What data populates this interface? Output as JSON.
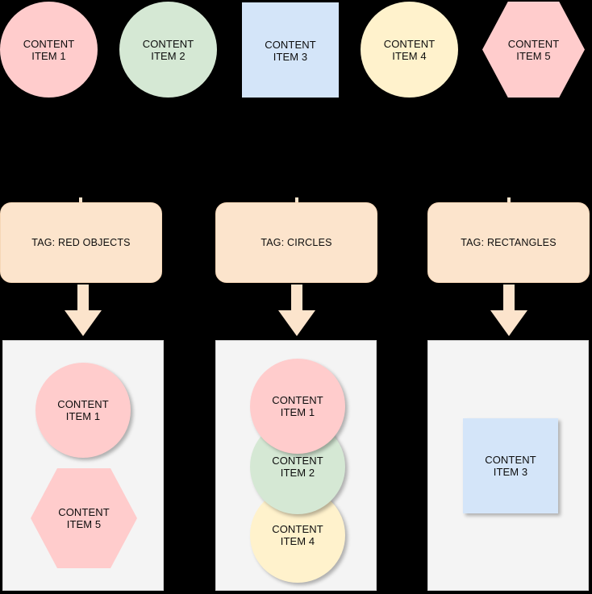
{
  "diagram": {
    "title": "Content tagging and grouping diagram",
    "background_color": "#000000",
    "colors": {
      "pink": "#FFCCCC",
      "green": "#D5E8D4",
      "blue": "#D4E5F9",
      "yellow": "#FFF2CC",
      "tag_peach": "#FCE4CC",
      "panel_gray": "#F4F4F4",
      "text": "#0D0D0D"
    }
  },
  "source_row": {
    "items": [
      {
        "label": "CONTENT\nITEM 1",
        "shape": "circle",
        "color": "#FFCCCC"
      },
      {
        "label": "CONTENT\nITEM 2",
        "shape": "circle",
        "color": "#D5E8D4"
      },
      {
        "label": "CONTENT\nITEM 3",
        "shape": "rectangle",
        "color": "#D4E5F9"
      },
      {
        "label": "CONTENT\nITEM 4",
        "shape": "circle",
        "color": "#FFF2CC"
      },
      {
        "label": "CONTENT\nITEM 5",
        "shape": "hexagon",
        "color": "#FFCCCC"
      }
    ]
  },
  "tags": [
    {
      "label": "TAG: RED OBJECTS",
      "color": "#FCE4CC"
    },
    {
      "label": "TAG: CIRCLES",
      "color": "#FCE4CC"
    },
    {
      "label": "TAG: RECTANGLES",
      "color": "#FCE4CC"
    }
  ],
  "arrows": [
    {
      "direction": "down",
      "color": "#FCE4CC"
    },
    {
      "direction": "down",
      "color": "#FCE4CC"
    },
    {
      "direction": "down",
      "color": "#FCE4CC"
    }
  ],
  "result_panels": [
    {
      "tag": "TAG: RED OBJECTS",
      "background": "#F4F4F4",
      "items": [
        {
          "label": "CONTENT\nITEM 1",
          "shape": "circle",
          "color": "#FFCCCC"
        },
        {
          "label": "CONTENT\nITEM 5",
          "shape": "hexagon",
          "color": "#FFCCCC"
        }
      ]
    },
    {
      "tag": "TAG: CIRCLES",
      "background": "#F4F4F4",
      "items": [
        {
          "label": "CONTENT\nITEM 1",
          "shape": "circle",
          "color": "#FFCCCC"
        },
        {
          "label": "CONTENT\nITEM 2",
          "shape": "circle",
          "color": "#D5E8D4"
        },
        {
          "label": "CONTENT\nITEM 4",
          "shape": "circle",
          "color": "#FFF2CC"
        }
      ]
    },
    {
      "tag": "TAG: RECTANGLES",
      "background": "#F4F4F4",
      "items": [
        {
          "label": "CONTENT\nITEM 3",
          "shape": "rectangle",
          "color": "#D4E5F9"
        }
      ]
    }
  ]
}
